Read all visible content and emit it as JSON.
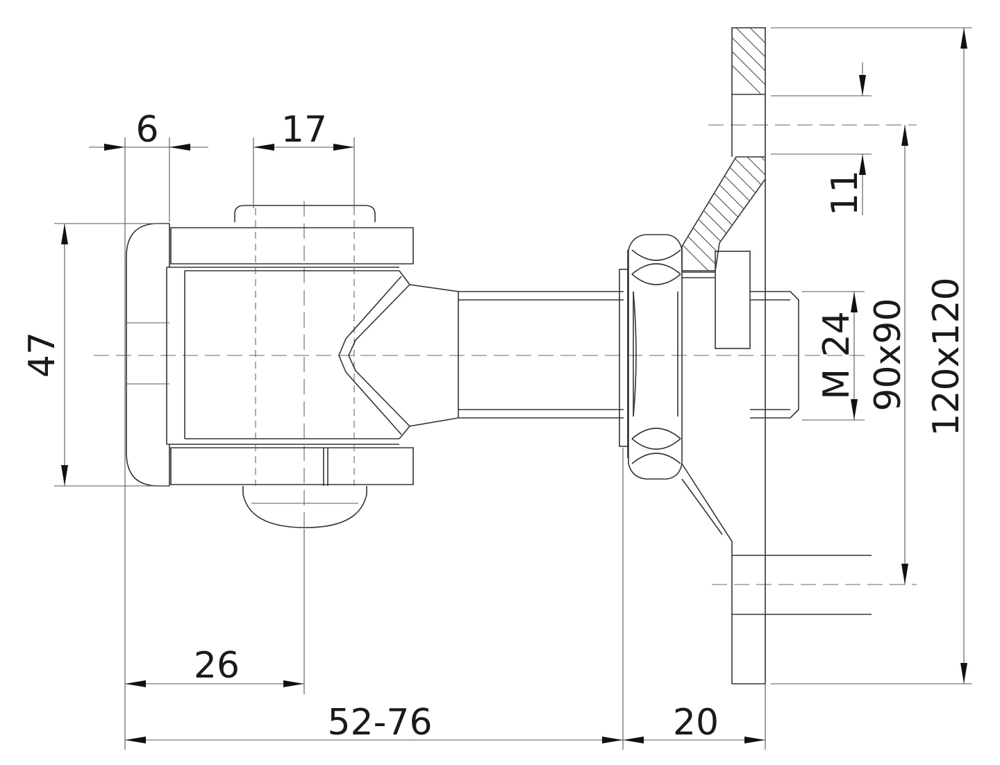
{
  "dimensions": {
    "d6": "6",
    "d17": "17",
    "d47": "47",
    "d26": "26",
    "d52_76": "52-76",
    "d20": "20",
    "d11": "11",
    "m24": "M 24",
    "d90x90": "90x90",
    "d120x120": "120x120"
  }
}
